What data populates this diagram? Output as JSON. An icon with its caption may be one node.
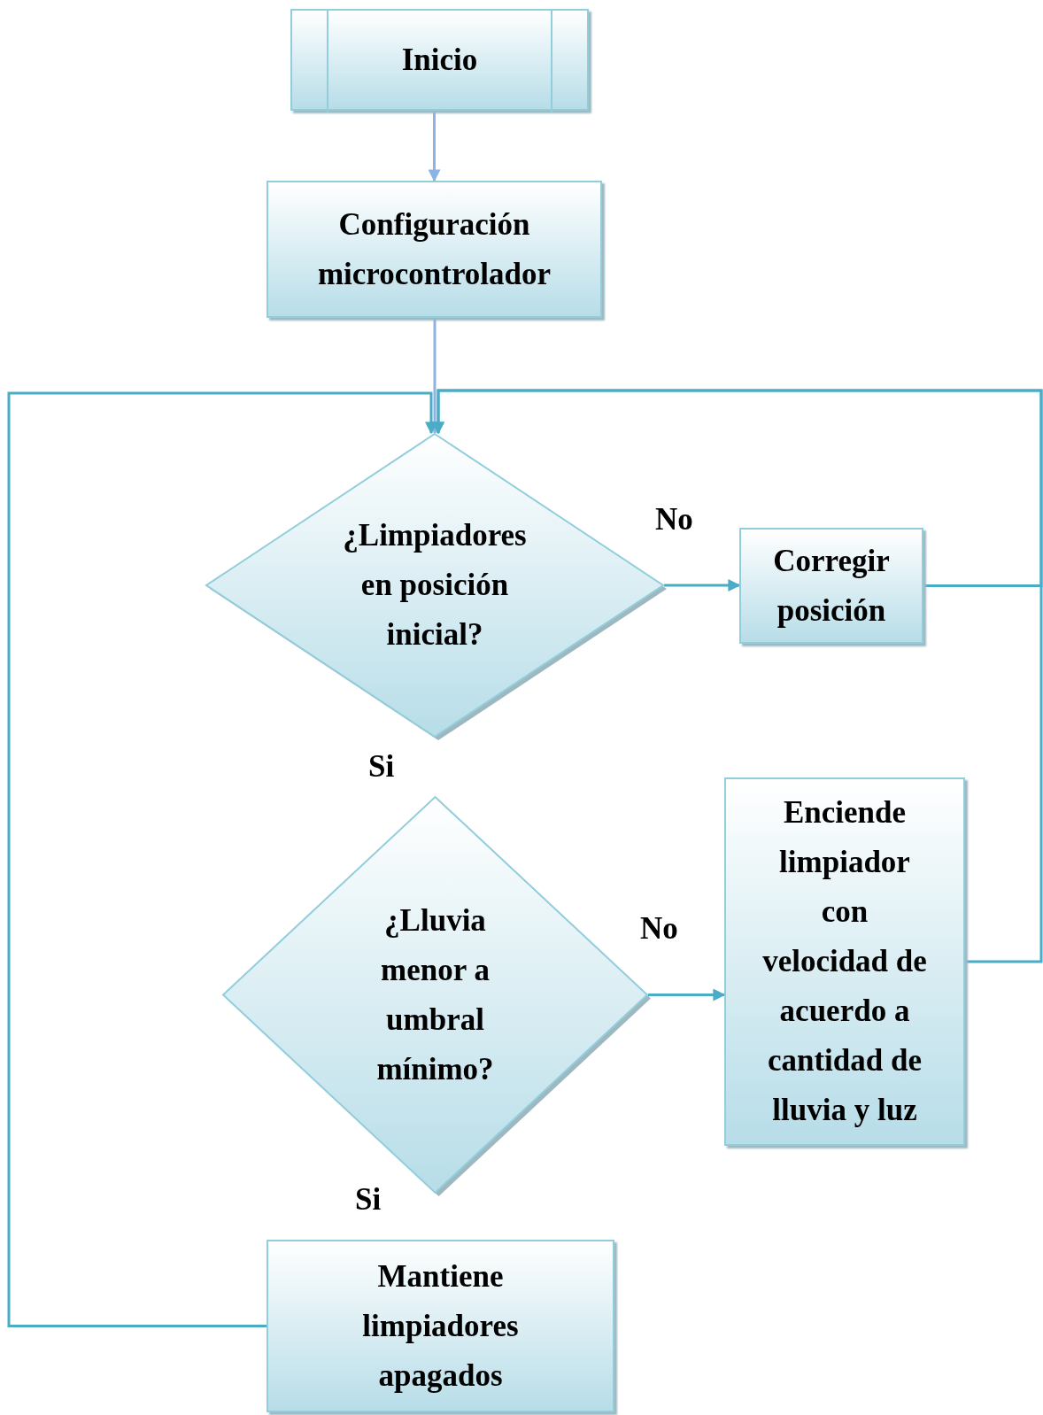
{
  "diagram": {
    "nodes": [
      {
        "text": [
          "Inicio"
        ]
      },
      {
        "text": [
          "Configuración microcontrolador"
        ]
      },
      {
        "text": [
          "¿Limpiadores en posición inicial?"
        ]
      },
      {
        "text": [
          "Corregir posición"
        ]
      },
      {
        "text": [
          "¿Lluvia menor a umbral mínimo?"
        ]
      },
      {
        "text": [
          "Enciende limpiador con velocidad de acuerdo a cantidad de lluvia y luz"
        ]
      },
      {
        "text": [
          "Mantiene limpiadores apagados"
        ]
      }
    ],
    "edges": [
      {
        "from": 0,
        "to": 1,
        "arrow": "to",
        "color": "#8db3e2"
      },
      {
        "from": 1,
        "to": 2,
        "arrow": "to",
        "color": "#8db3e2"
      },
      {
        "from": 2,
        "to": 3,
        "arrow": "to",
        "label": "No"
      },
      {
        "from": 3,
        "to": 2,
        "arrow": "to"
      },
      {
        "from": 4,
        "to": 5,
        "arrow": "to",
        "label": "No"
      },
      {
        "from": 5,
        "to": 2,
        "arrow": "to"
      },
      {
        "from": 6,
        "to": 2,
        "arrow": "to"
      }
    ],
    "labels": [
      "Si",
      "Si"
    ]
  }
}
